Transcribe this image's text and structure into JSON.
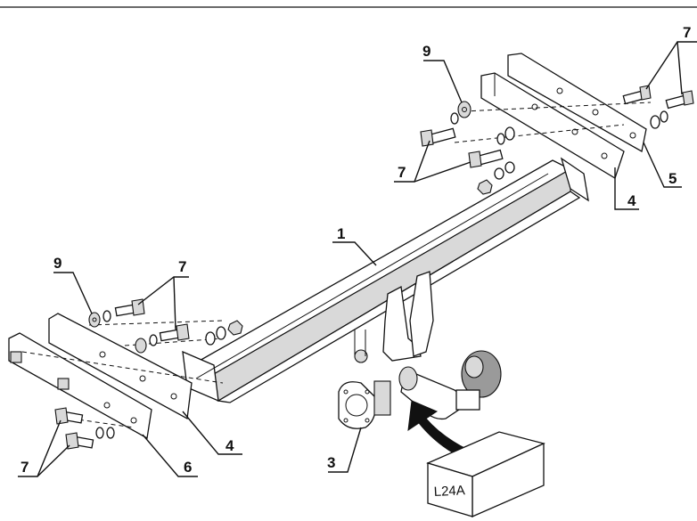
{
  "callouts": {
    "main_bar": "1",
    "socket": "3",
    "spacer_right": "4",
    "spacer_left": "4",
    "plate_right": "5",
    "plate_left": "6",
    "bolt_top_right": "7",
    "bolt_mid_right": "7",
    "bolt_upper_left": "7",
    "bolt_lower_left": "7",
    "washer_right": "9",
    "washer_left": "9"
  },
  "ball_model_box": "L24A",
  "colors": {
    "line": "#111111",
    "shade": "#d9d9d9",
    "dark": "#9a9a9a"
  },
  "icons": {
    "install_arrow": "curved-arrow-icon"
  }
}
